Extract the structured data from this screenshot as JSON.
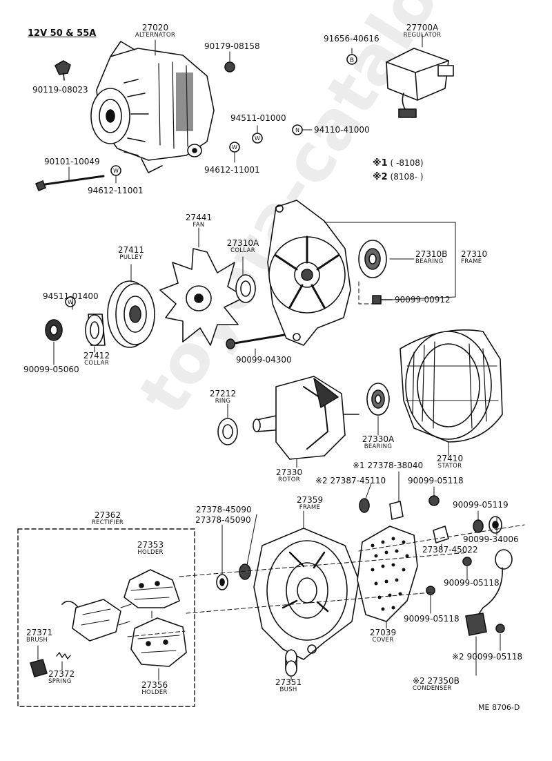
{
  "diagram": {
    "title": "12V 50 & 55A",
    "code": "ME 8706-D",
    "watermark": "toyota-catalogue.ru",
    "legend": {
      "m1": "※1",
      "m1_range": "(      -8108)",
      "m2": "※2",
      "m2_range": "(8108-        )"
    },
    "parts": [
      {
        "id": "p27020",
        "num": "27020",
        "name": "ALTERNATOR"
      },
      {
        "id": "p90119",
        "num": "90119-08023"
      },
      {
        "id": "p90179",
        "num": "90179-08158"
      },
      {
        "id": "p91656",
        "num": "91656-40616"
      },
      {
        "id": "p27700a",
        "num": "27700A",
        "name": "REGULATOR"
      },
      {
        "id": "p94511a",
        "num": "94511-01000"
      },
      {
        "id": "p94110",
        "num": "94110-41000"
      },
      {
        "id": "p94612a",
        "num": "94612-11001"
      },
      {
        "id": "p90101",
        "num": "90101-10049"
      },
      {
        "id": "p94612b",
        "num": "94612-11001"
      },
      {
        "id": "p27441",
        "num": "27441",
        "name": "FAN"
      },
      {
        "id": "p27411",
        "num": "27411",
        "name": "PULLEY"
      },
      {
        "id": "p27310a",
        "num": "27310A",
        "name": "COLLAR"
      },
      {
        "id": "p27310b",
        "num": "27310B",
        "name": "BEARING"
      },
      {
        "id": "p27310",
        "num": "27310",
        "name": "FRAME"
      },
      {
        "id": "p94511b",
        "num": "94511-01400"
      },
      {
        "id": "p90099_00912",
        "num": "90099-00912"
      },
      {
        "id": "p27412",
        "num": "27412",
        "name": "COLLAR"
      },
      {
        "id": "p90099_05060",
        "num": "90099-05060"
      },
      {
        "id": "p90099_04300",
        "num": "90099-04300"
      },
      {
        "id": "p27212",
        "num": "27212",
        "name": "RING"
      },
      {
        "id": "p27330a",
        "num": "27330A",
        "name": "BEARING"
      },
      {
        "id": "p27410",
        "num": "27410",
        "name": "STATOR"
      },
      {
        "id": "p27330",
        "num": "27330",
        "name": "ROTOR"
      },
      {
        "id": "p27378_38040",
        "num": "※1 27378-38040"
      },
      {
        "id": "p27387_45110",
        "num": "※2 27387-45110"
      },
      {
        "id": "p90099_05118a",
        "num": "90099-05118"
      },
      {
        "id": "p90099_05119",
        "num": "90099-05119"
      },
      {
        "id": "p27362",
        "num": "27362",
        "name": "RECTIFIER"
      },
      {
        "id": "p27378_45090a",
        "num": "27378-45090"
      },
      {
        "id": "p27378_45090b",
        "num": "27378-45090"
      },
      {
        "id": "p27359",
        "num": "27359",
        "name": "FRAME"
      },
      {
        "id": "p90099_34006",
        "num": "90099-34006"
      },
      {
        "id": "p27353",
        "num": "27353",
        "name": "HOLDER"
      },
      {
        "id": "p27387_45022",
        "num": "27387-45022"
      },
      {
        "id": "p90099_05118b",
        "num": "90099-05118"
      },
      {
        "id": "p90099_05118c",
        "num": "90099-05118"
      },
      {
        "id": "p27371",
        "num": "27371",
        "name": "BRUSH"
      },
      {
        "id": "p27039",
        "num": "27039",
        "name": "COVER"
      },
      {
        "id": "p27372",
        "num": "27372",
        "name": "SPRING"
      },
      {
        "id": "p90099_05118d",
        "num": "※2 90099-05118"
      },
      {
        "id": "p27356",
        "num": "27356",
        "name": "HOLDER"
      },
      {
        "id": "p27351",
        "num": "27351",
        "name": "BUSH"
      },
      {
        "id": "p27350b",
        "num": "※2 27350B",
        "name": "CONDENSER"
      }
    ]
  }
}
